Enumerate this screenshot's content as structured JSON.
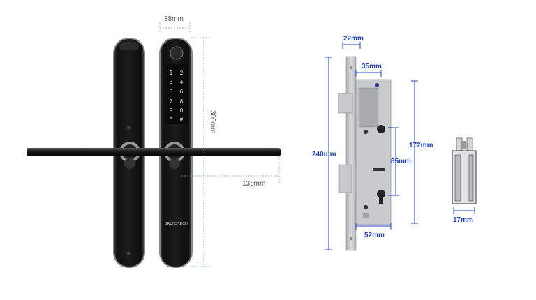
{
  "handle": {
    "brand_label": "BRUNSTECH",
    "keypad": [
      "1",
      "2",
      "3",
      "4",
      "5",
      "6",
      "7",
      "8",
      "9",
      "0",
      "*",
      "#"
    ],
    "dimensions": {
      "width": "38mm",
      "height": "300mm",
      "lever": "135mm"
    }
  },
  "mortise": {
    "dimensions": {
      "faceplate_width": "22mm",
      "backset": "35mm",
      "faceplate_length": "240mm",
      "case_height": "172mm",
      "center_distance": "85mm",
      "case_depth": "52mm"
    }
  },
  "side_view": {
    "dimensions": {
      "thickness": "17mm"
    }
  },
  "colors": {
    "dimension_gray": "#999999",
    "dimension_blue": "#1f3fbf",
    "handle_black": "#161616",
    "steel": "#c8cbce"
  }
}
